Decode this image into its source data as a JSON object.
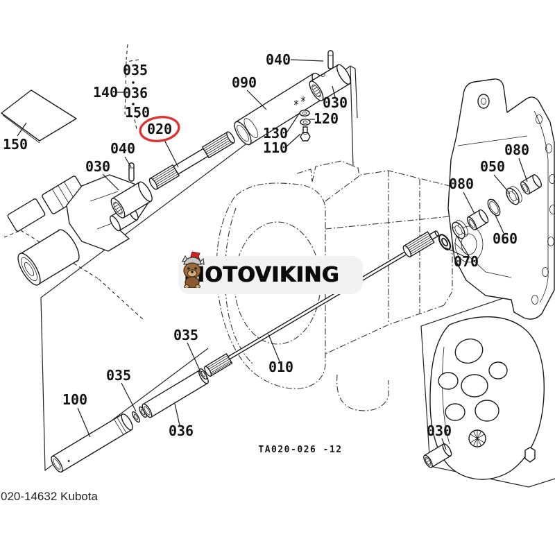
{
  "watermark": {
    "brand": "MOTOVIKING",
    "mascot": "viking-dog-with-axe-icon"
  },
  "footer": {
    "reference": "020-14632 Kubota"
  },
  "diagram": {
    "drawing_number": "TA020-026 -12"
  },
  "labels": {
    "gasket_plate": "150",
    "kit_bracket": "140",
    "kit_item_1": "035",
    "kit_item_2": "036",
    "kit_item_3": "150",
    "coupling_shaft": "020",
    "pin_left": "040",
    "coupling_left": "030",
    "shaft_tube": "090",
    "pin_top": "040",
    "coupling_top": "030",
    "washer_spring": "120",
    "washer_plain": "130",
    "bolt": "110",
    "spacer_rear": "080",
    "bearing_rear": "050",
    "spacer_mid": "080",
    "race": "060",
    "seal_bearing": "070",
    "main_shaft": "010",
    "snap_ring_upper": "035",
    "snap_ring_lower": "035",
    "tube_front": "100",
    "tube_mid": "036",
    "coupling_inset": "030"
  },
  "colors": {
    "highlight": "#dd3333",
    "line": "#1a1a1a",
    "watermark_bg": "#f2f2f2"
  }
}
